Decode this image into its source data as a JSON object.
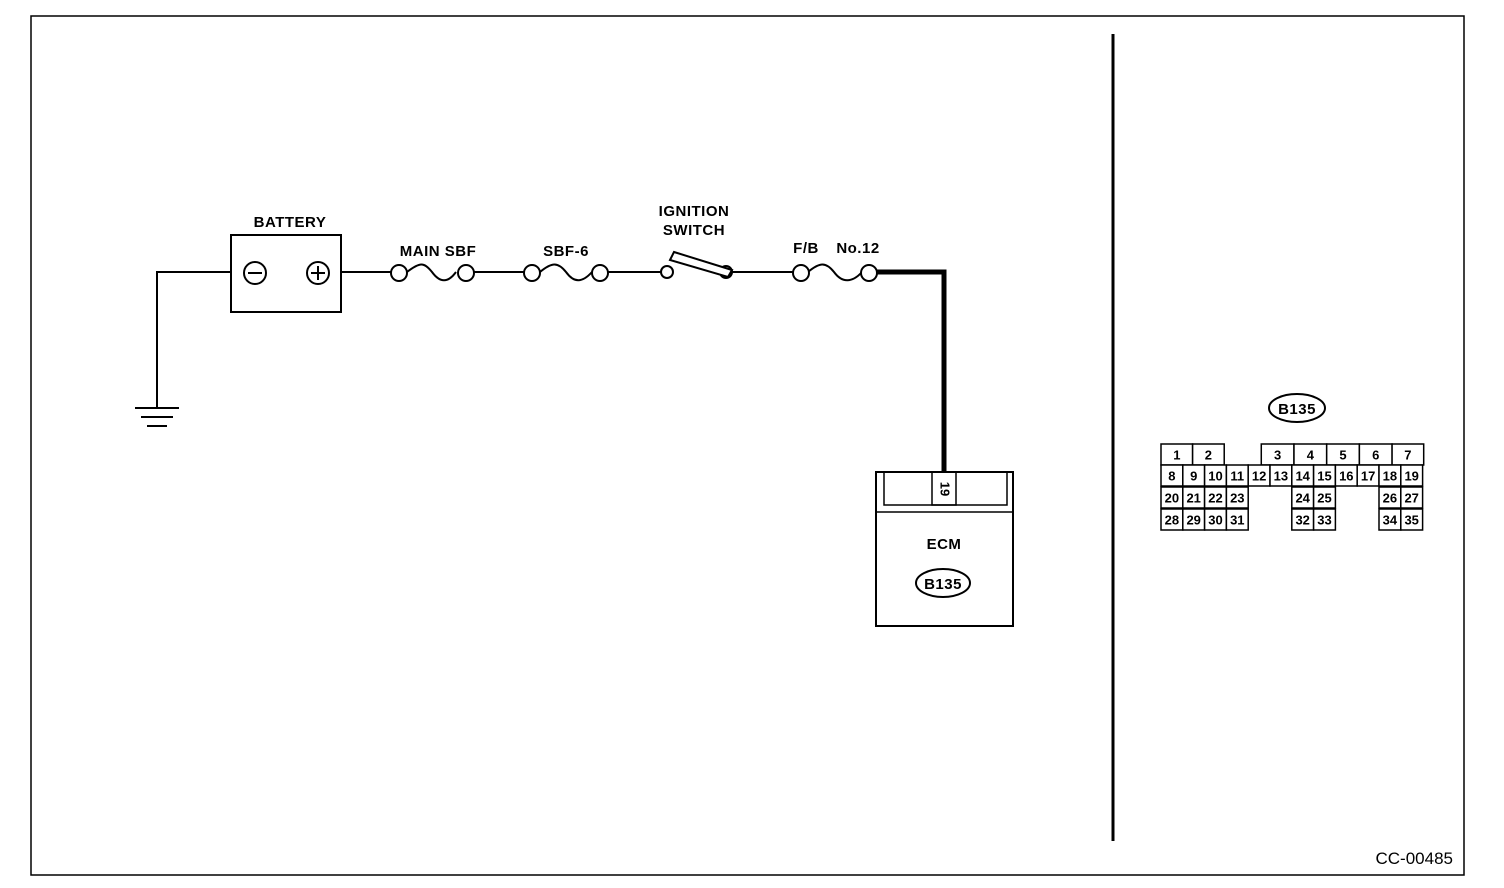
{
  "labels": {
    "battery": "BATTERY",
    "main_sbf": "MAIN SBF",
    "sbf6": "SBF-6",
    "ignition_line1": "IGNITION",
    "ignition_line2": "SWITCH",
    "fb": "F/B",
    "no12": "No.12",
    "ecm": "ECM",
    "ecm_connector": "B135",
    "ecm_pin": "19",
    "connector_title": "B135",
    "figure_code": "CC-00485"
  },
  "connector_grid": {
    "rows": [
      [
        "1",
        "2",
        "",
        "",
        "3",
        "4",
        "5",
        "6",
        "7"
      ],
      [
        "8",
        "9",
        "10",
        "11",
        "12",
        "13",
        "14",
        "15",
        "16",
        "17",
        "18",
        "19"
      ],
      [
        "20",
        "21",
        "22",
        "23",
        "",
        "",
        "24",
        "25",
        "",
        "",
        "26",
        "27"
      ],
      [
        "28",
        "29",
        "30",
        "31",
        "",
        "",
        "32",
        "33",
        "",
        "",
        "34",
        "35"
      ]
    ]
  }
}
